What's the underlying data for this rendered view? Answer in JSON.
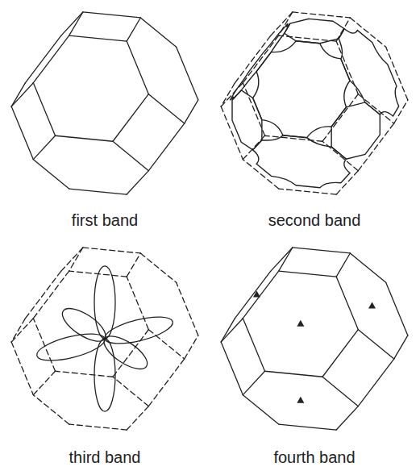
{
  "diagram": {
    "labels": [
      "first band",
      "second band",
      "third band",
      "fourth band"
    ]
  }
}
